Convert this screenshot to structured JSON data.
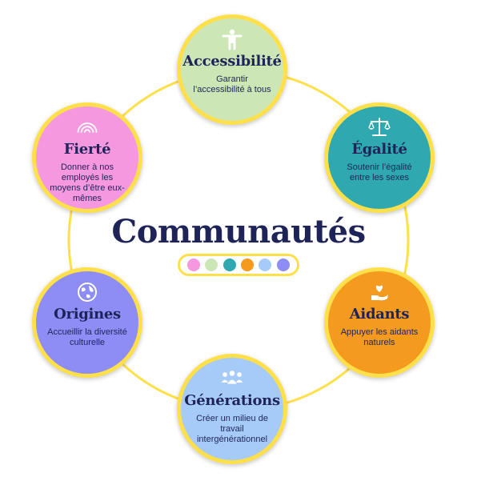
{
  "main_title": "Communautés",
  "dot_colors": [
    "#F598E0",
    "#CDE6B5",
    "#2FA9AF",
    "#F49A1F",
    "#A6CBF8",
    "#8E8CF5"
  ],
  "nodes": [
    {
      "id": "accessibilite",
      "title": "Accessibilité",
      "desc": "Garantir l’accessibilité à tous",
      "icon": "person-arms-open-icon",
      "color": "#CDE6B5"
    },
    {
      "id": "egalite",
      "title": "Égalité",
      "desc": "Soutenir l’égalité entre les sexes",
      "icon": "balance-scale-icon",
      "color": "#2FA9AF"
    },
    {
      "id": "aidants",
      "title": "Aidants",
      "desc": "Appuyer les aidants naturels",
      "icon": "hand-heart-icon",
      "color": "#F49A1F"
    },
    {
      "id": "generations",
      "title": "Générations",
      "desc": "Créer un milieu de travail intergénérationnel",
      "icon": "group-people-icon",
      "color": "#A6CBF8"
    },
    {
      "id": "origines",
      "title": "Origines",
      "desc": "Accueillir la diversité culturelle",
      "icon": "globe-icon",
      "color": "#8E8CF5"
    },
    {
      "id": "fierte",
      "title": "Fierté",
      "desc": "Donner à nos employés les moyens d’être eux-mêmes",
      "icon": "rainbow-icon",
      "color": "#F598E0"
    }
  ]
}
